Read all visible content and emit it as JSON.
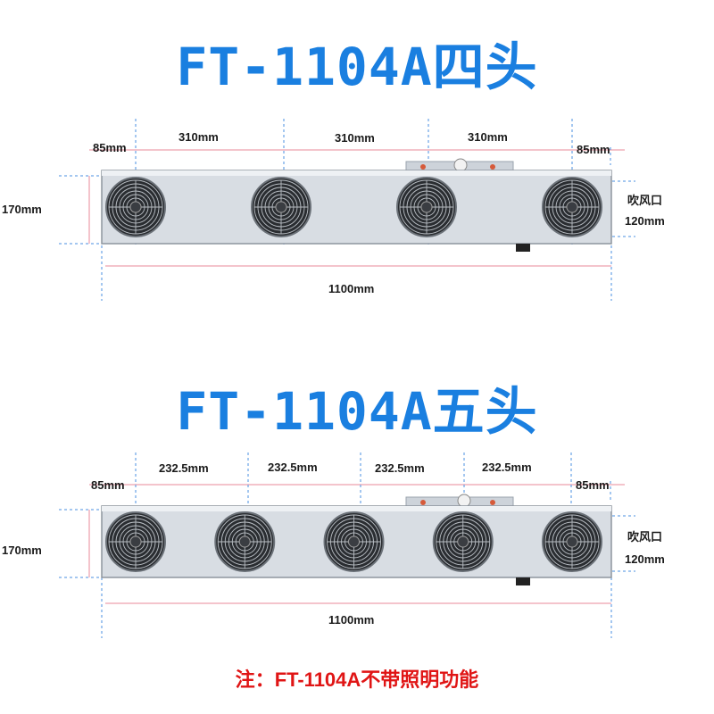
{
  "top": {
    "title": "FT-1104A四头",
    "dims": {
      "edge_left": "85mm",
      "edge_right": "85mm",
      "spacing": [
        "310mm",
        "310mm",
        "310mm"
      ],
      "height": "170mm",
      "outlet_label": "吹风口",
      "outlet_size": "120mm",
      "length": "1100mm"
    },
    "fan_count": 4
  },
  "bottom": {
    "title": "FT-1104A五头",
    "dims": {
      "edge_left": "85mm",
      "edge_right": "85mm",
      "spacing": [
        "232.5mm",
        "232.5mm",
        "232.5mm",
        "232.5mm"
      ],
      "height": "170mm",
      "outlet_label": "吹风口",
      "outlet_size": "120mm",
      "length": "1100mm"
    },
    "fan_count": 5
  },
  "note": {
    "prefix": "注：",
    "model": "FT-1104A",
    "text": "不带照明功能"
  },
  "colors": {
    "title": "#1a7fe0",
    "note": "#e01515",
    "dim_line_blue": "#4a8fe0",
    "dim_line_pink": "#e88a9a",
    "body_fill": "#d8dde3"
  }
}
